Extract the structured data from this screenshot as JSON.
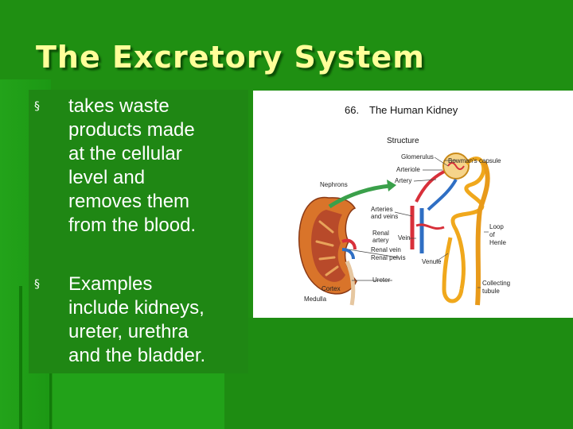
{
  "slide": {
    "title": "The Excretory System",
    "bullets": [
      {
        "marker": "§",
        "text": "takes waste\nproducts made\nat the cellular\nlevel and\nremoves them\nfrom the blood."
      },
      {
        "marker": "§",
        "text": "Examples\ninclude kidneys,\nureter, urethra\nand the bladder."
      }
    ]
  },
  "figure": {
    "number": "66.",
    "title": "The Human Kidney",
    "section_label": "Structure",
    "labels": {
      "glomerulus": "Glomerulus",
      "bowmans_capsule": "Bowman's capsule",
      "arteriole": "Arteriole",
      "artery": "Artery",
      "nephrons": "Nephrons",
      "arteries_and_veins_1": "Arteries",
      "arteries_and_veins_2": "and veins",
      "renal_artery_1": "Renal",
      "renal_artery_2": "artery",
      "vein": "Vein",
      "renal_vein": "Renal vein",
      "renal_pelvis": "Renal pelvis",
      "venule": "Venule",
      "loop_1": "Loop",
      "loop_2": "of",
      "loop_3": "Henle",
      "ureter": "Ureter",
      "cortex": "Cortex",
      "medulla": "Medulla",
      "collecting_1": "Collecting",
      "collecting_2": "tubule"
    }
  },
  "colors": {
    "background": "#1f8f12",
    "title": "#ffff99",
    "body_text": "#ffffff",
    "text_panel": "#1f8714",
    "figure_background": "#ffffff",
    "arrow": "#3aa04a",
    "kidney_cortex": "#d9742a",
    "kidney_medulla": "#b84a2a",
    "tubule": "#f0a81c",
    "artery": "#d8303a",
    "vein": "#2f6fc4"
  }
}
